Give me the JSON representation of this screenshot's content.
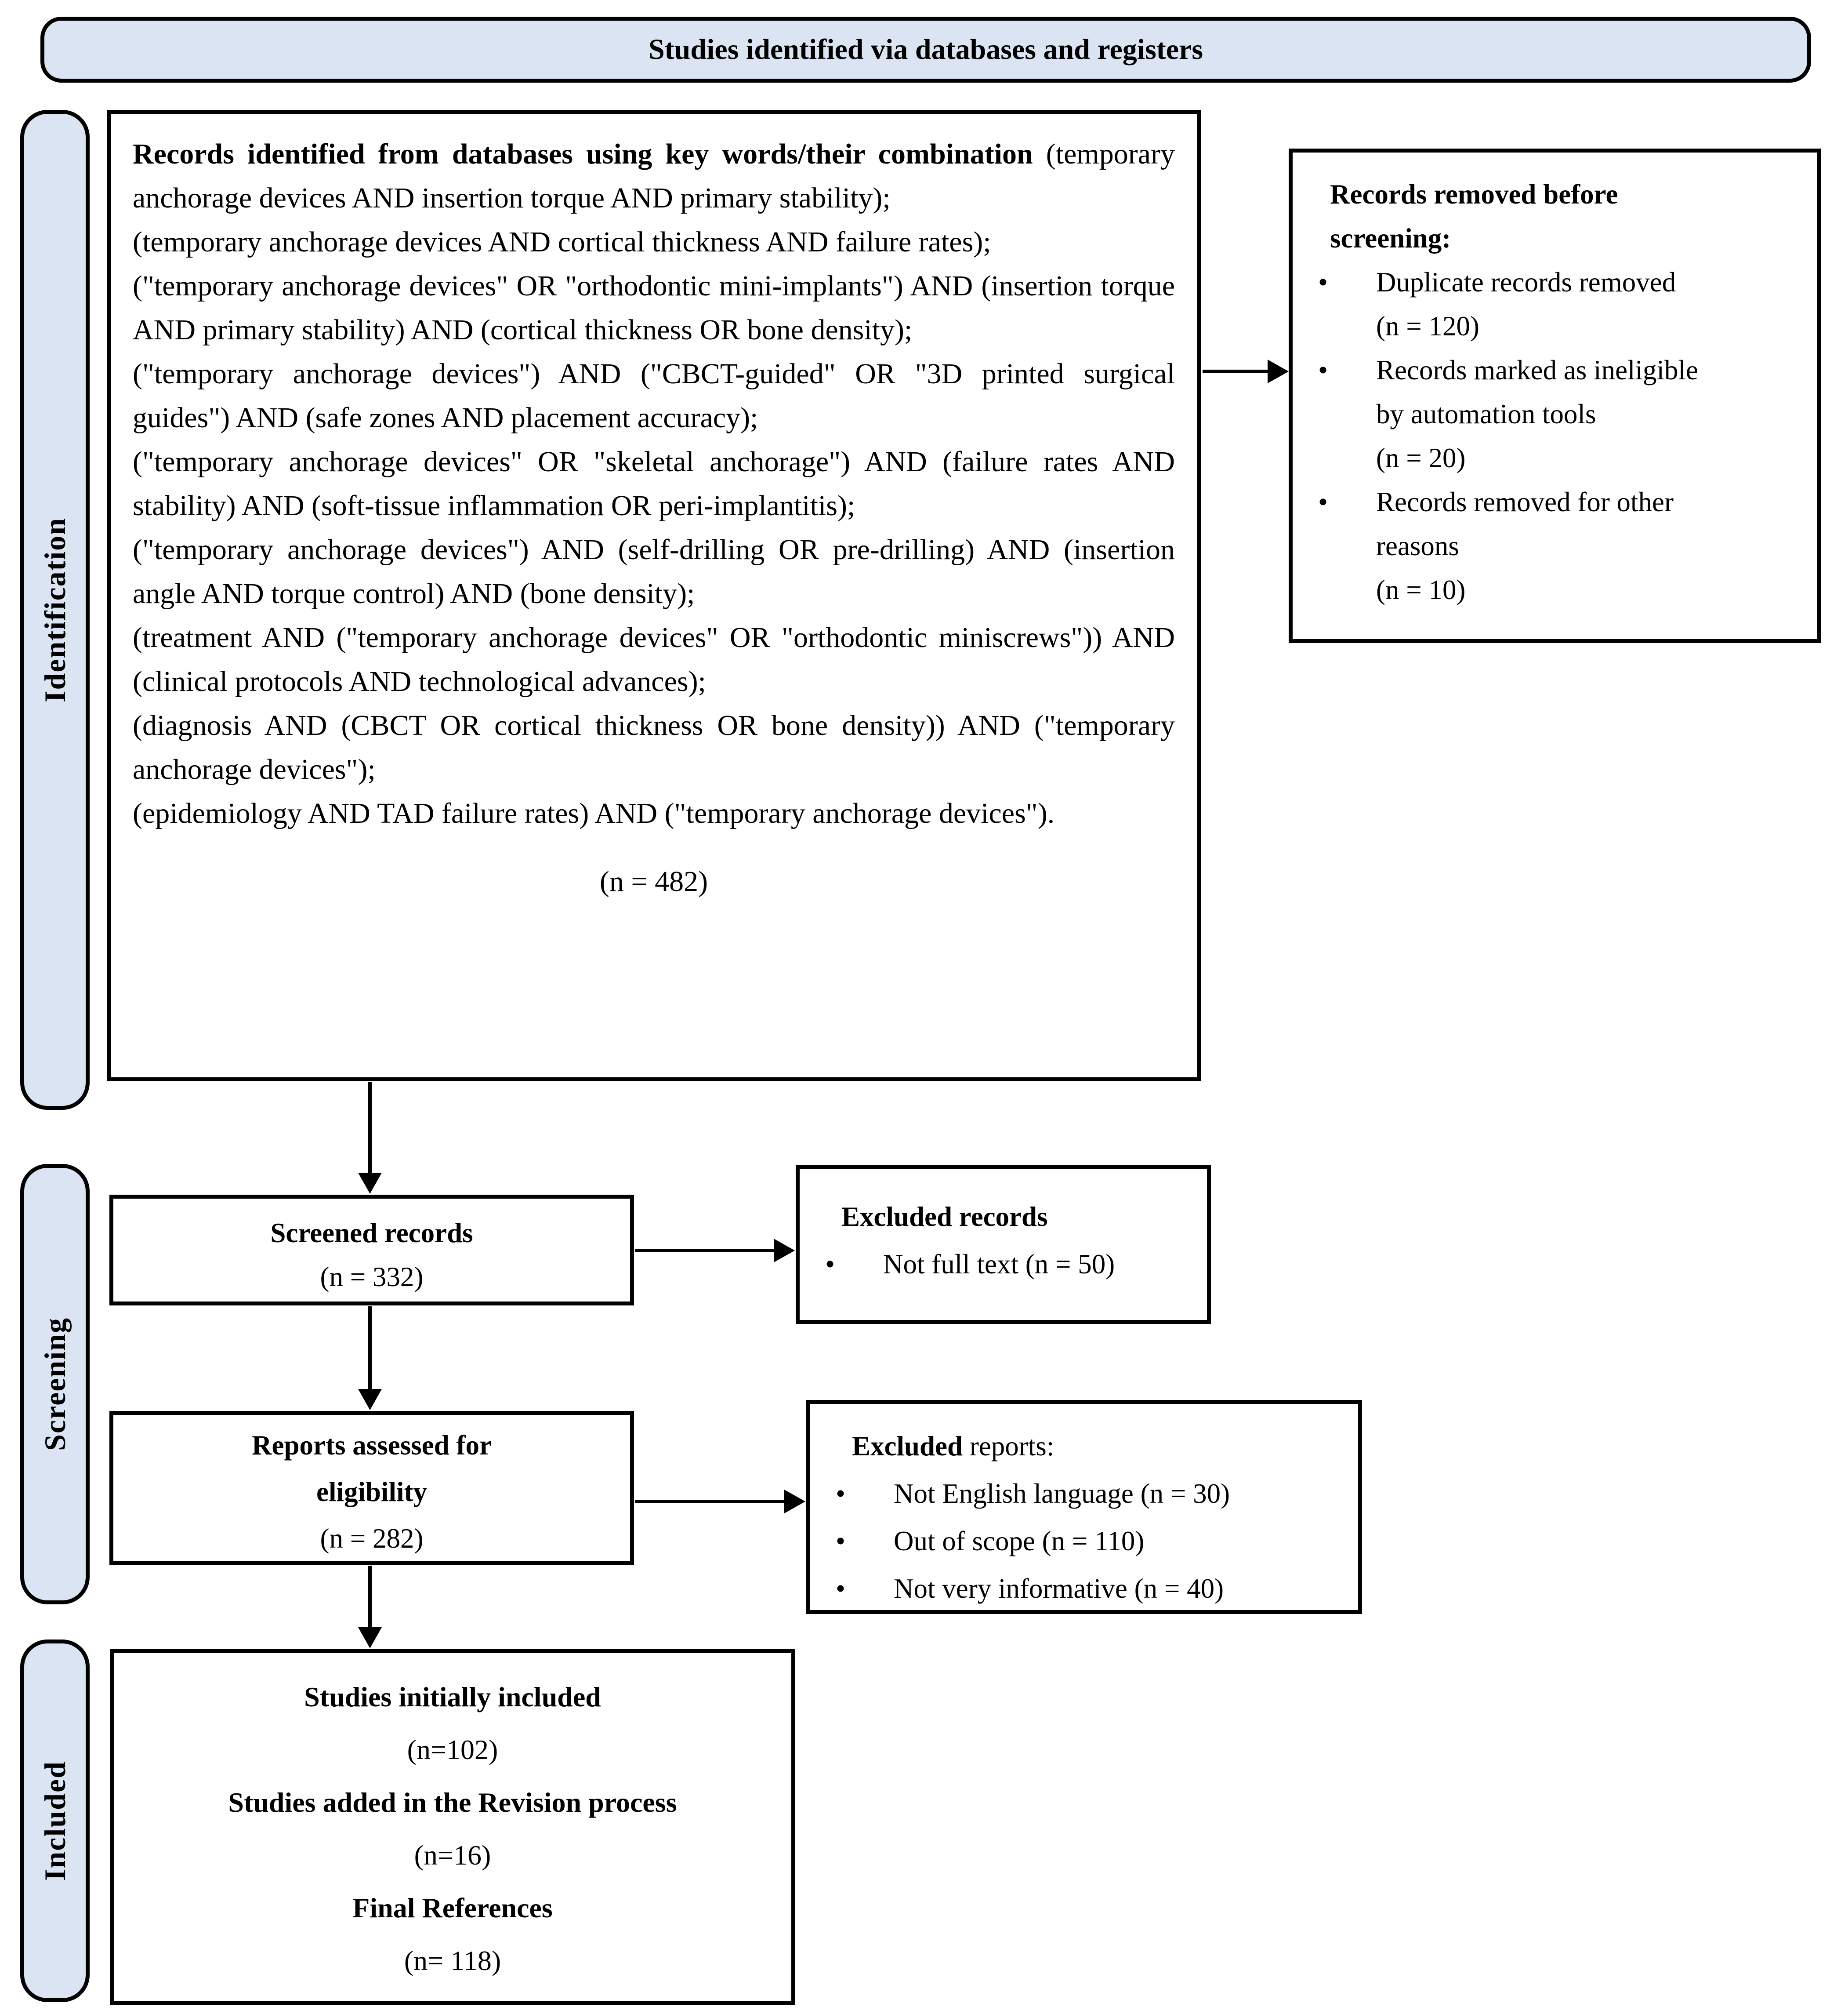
{
  "banner": {
    "title": "Studies identified via databases and registers"
  },
  "sidebar": {
    "identification": "Identification",
    "screening": "Screening",
    "included": "Included"
  },
  "identification_box": {
    "lead_bold": "Records identified from databases using key words/their combination",
    "lead_rest": " (temporary anchorage devices AND insertion torque AND primary stability);",
    "queries": [
      "(temporary anchorage devices AND cortical thickness AND failure rates);",
      "(\"temporary anchorage devices\" OR \"orthodontic mini-implants\") AND (insertion torque AND primary stability) AND (cortical thickness OR bone density);",
      "(\"temporary anchorage devices\") AND (\"CBCT-guided\" OR \"3D printed surgical guides\") AND (safe zones AND placement accuracy);",
      "(\"temporary anchorage devices\" OR \"skeletal anchorage\") AND (failure rates AND stability) AND (soft-tissue inflammation OR peri-implantitis);",
      "(\"temporary anchorage devices\") AND (self-drilling OR pre-drilling) AND (insertion angle AND torque control) AND (bone density);",
      "(treatment AND (\"temporary anchorage devices\" OR \"orthodontic miniscrews\")) AND (clinical protocols AND technological advances);",
      "(diagnosis AND (CBCT OR cortical thickness OR bone density)) AND (\"temporary anchorage devices\");",
      "(epidemiology AND TAD failure rates) AND (\"temporary anchorage devices\")."
    ],
    "count": "(n = 482)"
  },
  "removed_box": {
    "title": "Records removed before\nscreening:",
    "bullet_glyph": "•",
    "bullets": [
      "Duplicate records removed\n(n = 120)",
      "Records marked as ineligible\nby automation tools\n(n = 20)",
      "Records removed for other\nreasons\n(n = 10)"
    ]
  },
  "screened_box": {
    "title": "Screened records",
    "count": "(n = 332)"
  },
  "excluded_records_box": {
    "title": "Excluded records",
    "bullets": [
      "Not full text (n = 50)"
    ]
  },
  "reports_box": {
    "title": "Reports assessed for\neligibility",
    "count": "(n = 282)"
  },
  "excluded_reports_box": {
    "title_bold": "Excluded",
    "title_rest": " reports:",
    "bullets": [
      "Not English language (n = 30)",
      "Out of scope (n = 110)",
      "Not very informative (n = 40)"
    ]
  },
  "included_box": {
    "line1_title": "Studies initially included",
    "line1_count": "(n=102)",
    "line2_title": "Studies added in the Revision process",
    "line2_count": "(n=16)",
    "line3_title": "Final References",
    "line3_count": "(n= 118)"
  },
  "colors": {
    "stage_fill": "#dbe4f3",
    "border": "#000000",
    "box_fill": "#ffffff"
  }
}
